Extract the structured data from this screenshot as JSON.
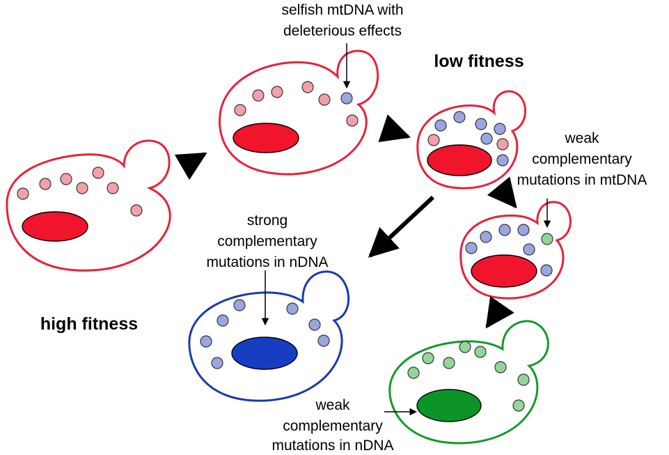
{
  "colors": {
    "red": "#e8213a",
    "blue": "#1a3aa8",
    "green": "#139a2a",
    "nucleus_red": "#f0142c",
    "nucleus_blue": "#173ec2",
    "nucleus_green": "#0b9428",
    "mtdna_wild": "#f2a0ac",
    "mtdna_selfish": "#9aa6e0",
    "mtdna_compensated": "#94d69a"
  },
  "labels": {
    "selfish_line1": "selfish mtDNA with",
    "selfish_line2": "deleterious effects",
    "low_fitness": "low fitness",
    "high_fitness": "high fitness",
    "strong_line1": "strong",
    "strong_line2": "complementary",
    "strong_line3": "mutations in nDNA",
    "weak_mt_line1": "weak",
    "weak_mt_line2": "complementary",
    "weak_mt_line3": "mutations in mtDNA",
    "weak_n_line1": "weak",
    "weak_n_line2": "complementary",
    "weak_n_line3": "mutations in nDNA"
  }
}
